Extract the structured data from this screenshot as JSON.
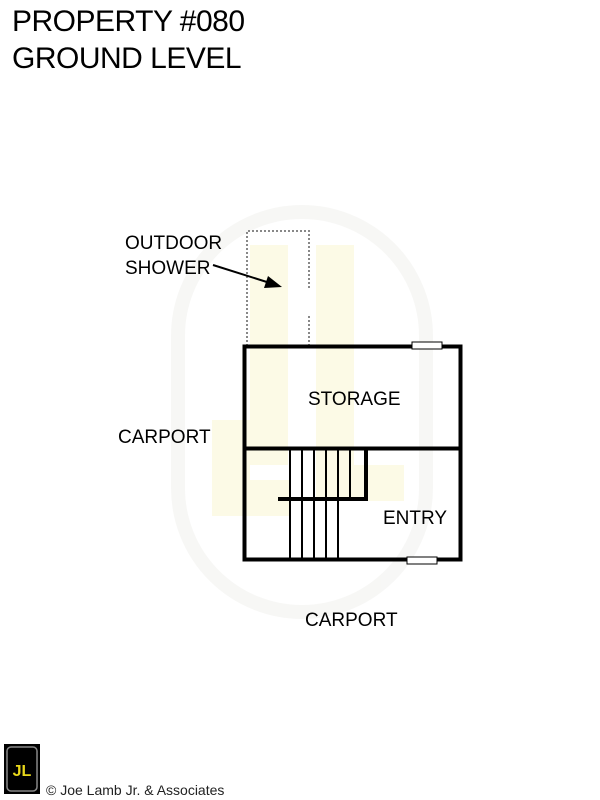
{
  "header": {
    "title_line1": "PROPERTY #080",
    "title_line2": "GROUND LEVEL"
  },
  "plan": {
    "labels": {
      "outdoor": "OUTDOOR",
      "shower": "SHOWER",
      "storage": "STORAGE",
      "carport_left": "CARPORT",
      "entry": "ENTRY",
      "carport_bottom": "CARPORT"
    }
  },
  "footer": {
    "logo_text": "JL",
    "copyright": "© Joe Lamb Jr. & Associates"
  },
  "colors": {
    "watermark": "#fbf7d2",
    "logo_bg": "#000000",
    "logo_accent": "#e9d81b"
  }
}
